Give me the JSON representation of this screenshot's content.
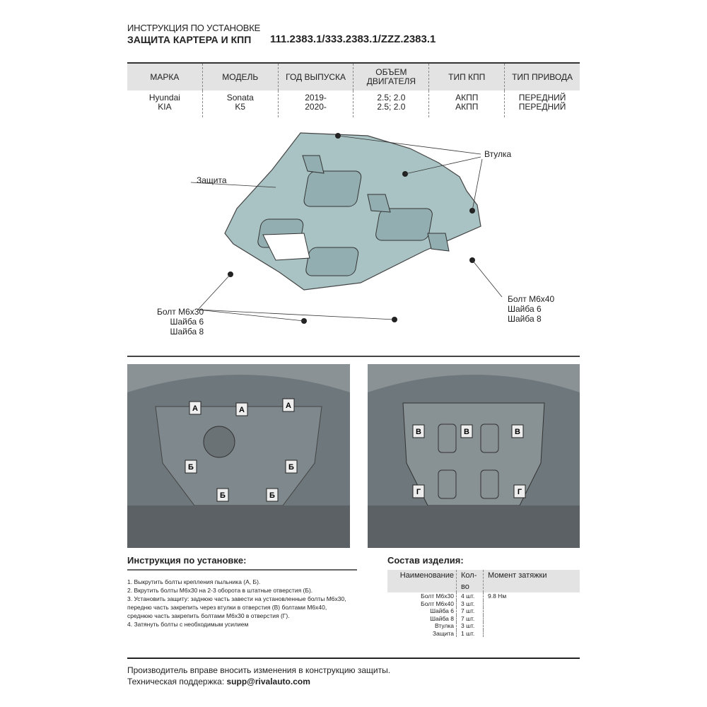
{
  "header": {
    "subtitle": "ИНСТРУКЦИЯ ПО УСТАНОВКЕ",
    "title": "ЗАЩИТА КАРТЕРА И КПП",
    "part_numbers": "111.2383.1/333.2383.1/ZZZ.2383.1"
  },
  "spec_table": {
    "columns": [
      "МАРКА",
      "МОДЕЛЬ",
      "ГОД ВЫПУСКА",
      "ОБЪЕМ ДВИГАТЕЛЯ",
      "ТИП КПП",
      "ТИП ПРИВОДА"
    ],
    "rows": [
      [
        "Hyundai\nKIA",
        "Sonata\nK5",
        "2019-\n2020-",
        "2.5; 2.0\n2.5; 2.0",
        "АКПП\nАКПП",
        "ПЕРЕДНИЙ\nПЕРЕДНИЙ"
      ]
    ]
  },
  "diagram": {
    "labels": {
      "shield": "Защита",
      "bushing": "Втулка",
      "bolts_left": [
        "Болт М6х30",
        "Шайба 6",
        "Шайба 8"
      ],
      "bolts_right": [
        "Болт М6х40",
        "Шайба 6",
        "Шайба 8"
      ]
    }
  },
  "photos": {
    "left_markers": [
      "А",
      "А",
      "А",
      "Б",
      "Б",
      "Б",
      "Б"
    ],
    "right_markers": [
      "В",
      "В",
      "В",
      "Г",
      "Г"
    ]
  },
  "instructions": {
    "title": "Инструкция по установке:",
    "steps": [
      "1. Выкрутить болты крепления пыльника (А, Б).",
      "2. Вкрутить болты М6х30 на 2-3 оборота в штатные отверстия (Б).",
      "3. Установить защиту: заднюю часть завести на установленные болты М6х30,",
      "передню часть закрепить через втулки в отверстия (В) болтами М6х40,",
      "среднюю часть закрепить болтами М6х30 в отверстия (Г).",
      "4. Затянуть болты с необходимым усилием"
    ]
  },
  "composition": {
    "title": "Состав изделия:",
    "headers": [
      "Наименование",
      "Кол-во",
      "Момент затяжки"
    ],
    "rows": [
      [
        "Болт М6х30",
        "4 шт.",
        "9.8 Нм"
      ],
      [
        "Болт М6х40",
        "3 шт.",
        ""
      ],
      [
        "Шайба 6",
        "7 шт.",
        ""
      ],
      [
        "Шайба 8",
        "7 шт.",
        ""
      ],
      [
        "Втулка",
        "3 шт.",
        ""
      ],
      [
        "Защита",
        "1 шт.",
        ""
      ]
    ]
  },
  "footer": {
    "note": "Производитель вправе вносить изменения в конструкцию защиты.",
    "support_label": "Техническая поддержка: ",
    "support_email": "supp@rivalauto.com"
  }
}
